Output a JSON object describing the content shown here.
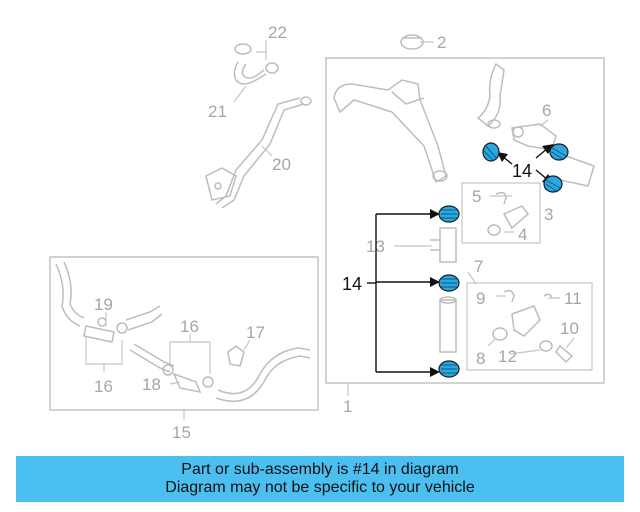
{
  "diagram": {
    "callouts": [
      "1",
      "2",
      "3",
      "4",
      "5",
      "6",
      "7",
      "8",
      "9",
      "10",
      "11",
      "12",
      "13",
      "14",
      "15",
      "16",
      "17",
      "18",
      "19",
      "20",
      "21",
      "22"
    ],
    "highlight_callout": "14",
    "colors": {
      "part_line": "#bdbdbd",
      "callout_text": "#a6a6a6",
      "highlight_text": "#111111",
      "clamp_fill": "#2aa7e0",
      "clamp_outline": "#1a1a1a",
      "banner_bg": "#4cbff1"
    }
  },
  "banner": {
    "line1": "Part or sub-assembly is #14 in diagram",
    "line2": "Diagram may not be specific to your vehicle"
  }
}
